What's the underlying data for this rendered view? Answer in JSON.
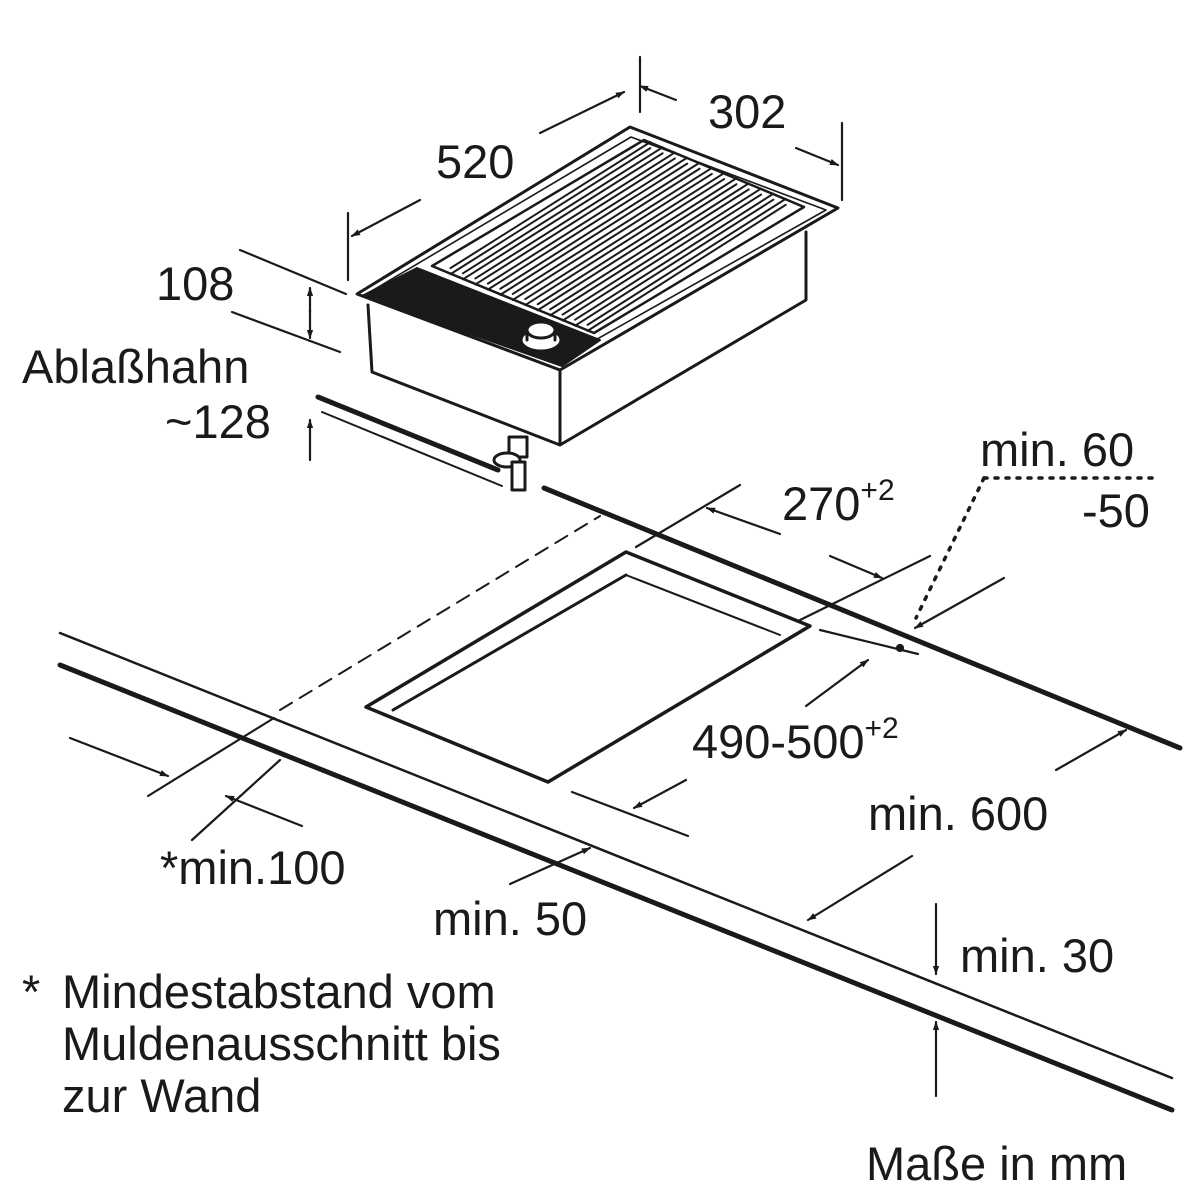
{
  "dimensions": {
    "width": "302",
    "depth": "520",
    "height": "108",
    "drain_valve_label": "Ablaßhahn",
    "drain_valve_value": "~128",
    "cutout_width": "270",
    "cutout_width_tol": "+2",
    "cutout_depth": "490-500",
    "cutout_depth_tol": "+2",
    "edge_right_line1": "min. 60",
    "edge_right_line2": "-50",
    "worktop_depth": "min. 600",
    "wall_distance": "*min.100",
    "front_distance": "min. 50",
    "worktop_thickness": "min. 30"
  },
  "footnote": {
    "star": "*",
    "lines": [
      "Mindestabstand vom",
      "Muldenausschnitt bis",
      "zur Wand"
    ]
  },
  "units_note": "Maße in mm",
  "colors": {
    "line": "#1a1a1a",
    "control_panel": "#1a1a1a",
    "background": "#ffffff"
  }
}
